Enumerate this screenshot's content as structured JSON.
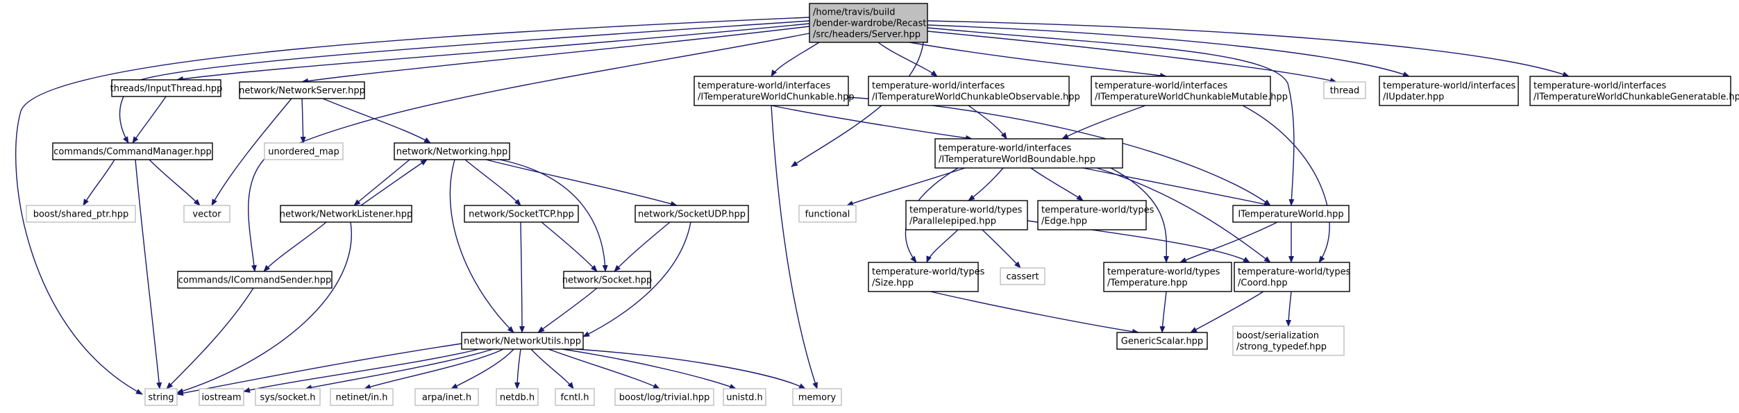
{
  "colors": {
    "edge": "#191970",
    "root_fill": "#bfbfbf",
    "header_border": "#000000",
    "system_border": "#bfbfbf"
  },
  "nodes": {
    "root": [
      "/home/travis/build",
      "/bender-wardrobe/Recast",
      "/src/headers/Server.hpp"
    ],
    "string": [
      "string"
    ],
    "command_manager": [
      "commands/CommandManager.hpp"
    ],
    "input_thread": [
      "threads/InputThread.hpp"
    ],
    "network_server": [
      "network/NetworkServer.hpp"
    ],
    "unordered_map": [
      "unordered_map"
    ],
    "vector": [
      "vector"
    ],
    "networking": [
      "network/Networking.hpp"
    ],
    "boost_shared_ptr": [
      "boost/shared_ptr.hpp"
    ],
    "network_listener": [
      "network/NetworkListener.hpp"
    ],
    "command_sender": [
      "commands/ICommandSender.hpp"
    ],
    "socket_tcp": [
      "network/SocketTCP.hpp"
    ],
    "socket_udp": [
      "network/SocketUDP.hpp"
    ],
    "socket": [
      "network/Socket.hpp"
    ],
    "network_utils": [
      "network/NetworkUtils.hpp"
    ],
    "iostream": [
      "iostream"
    ],
    "sys_socket": [
      "sys/socket.h"
    ],
    "netinet_in": [
      "netinet/in.h"
    ],
    "arpa_inet": [
      "arpa/inet.h"
    ],
    "netdb": [
      "netdb.h"
    ],
    "fcntl": [
      "fcntl.h"
    ],
    "boost_log": [
      "boost/log/trivial.hpp"
    ],
    "unistd": [
      "unistd.h"
    ],
    "memory": [
      "memory"
    ],
    "chunkable": [
      "temperature-world/interfaces",
      "/ITemperatureWorldChunkable.hpp"
    ],
    "chunkable_observable": [
      "temperature-world/interfaces",
      "/ITemperatureWorldChunkableObservable.hpp"
    ],
    "chunkable_mutable": [
      "temperature-world/interfaces",
      "/ITemperatureWorldChunkableMutable.hpp"
    ],
    "thread": [
      "thread"
    ],
    "updater": [
      "temperature-world/interfaces",
      "/IUpdater.hpp"
    ],
    "chunkable_generatable": [
      "temperature-world/interfaces",
      "/ITemperatureWorldChunkableGeneratable.hpp"
    ],
    "boundable": [
      "temperature-world/interfaces",
      "/ITemperatureWorldBoundable.hpp"
    ],
    "functional": [
      "functional"
    ],
    "parallelepiped": [
      "temperature-world/types",
      "/Parallelepiped.hpp"
    ],
    "edge_type": [
      "temperature-world/types",
      "/Edge.hpp"
    ],
    "itemperature_world": [
      "ITemperatureWorld.hpp"
    ],
    "cassert": [
      "cassert"
    ],
    "size_type": [
      "temperature-world/types",
      "/Size.hpp"
    ],
    "temperature_type": [
      "temperature-world/types",
      "/Temperature.hpp"
    ],
    "coord_type": [
      "temperature-world/types",
      "/Coord.hpp"
    ],
    "generic_scalar": [
      "GenericScalar.hpp"
    ],
    "boost_serialization": [
      "boost/serialization",
      "/strong_typedef.hpp"
    ]
  }
}
